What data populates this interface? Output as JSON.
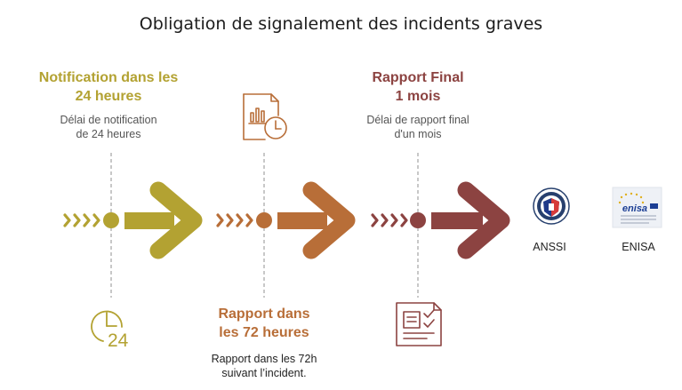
{
  "title": "Obligation de signalement des incidents graves",
  "colors": {
    "stage1": "#b3a232",
    "stage2": "#b86e38",
    "stage3": "#8c4341",
    "line": "#aaaaaa"
  },
  "stages": [
    {
      "title_lines": [
        "Notification dans les",
        "24 heures"
      ],
      "desc_lines": [
        "Délai de notification",
        "de 24 heures"
      ],
      "icon": "clock-24-icon"
    },
    {
      "title_lines": [
        "Rapport dans",
        "les 72 heures"
      ],
      "desc_lines": [
        "Rapport  dans les 72h",
        "suivant l’incident."
      ],
      "icon": "report-chart-clock-icon"
    },
    {
      "title_lines": [
        "Rapport Final",
        "1 mois"
      ],
      "desc_lines": [
        "Délai de rapport final",
        "d'un mois"
      ],
      "icon": "final-report-checklist-icon"
    }
  ],
  "icon_text": {
    "clock_24": "24"
  },
  "logos": [
    {
      "label": "ANSSI",
      "icon": "anssi-logo-icon"
    },
    {
      "label": "ENISA",
      "icon": "enisa-logo-icon",
      "wordmark": "enisa"
    }
  ]
}
